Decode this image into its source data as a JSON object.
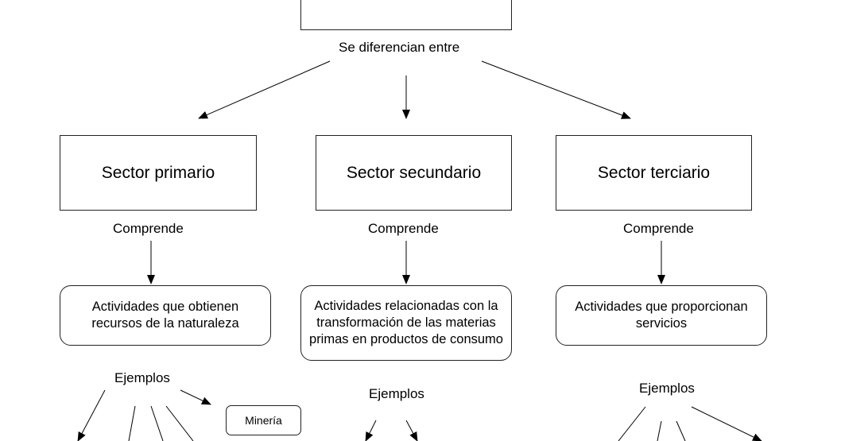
{
  "root": {
    "connector": "Se diferencian entre"
  },
  "sectors": [
    {
      "title": "Sector primario",
      "connector": "Comprende",
      "description": "Actividades que obtienen recursos de la naturaleza",
      "examples_label": "Ejemplos",
      "examples": [
        "Minería"
      ]
    },
    {
      "title": "Sector secundario",
      "connector": "Comprende",
      "description": "Actividades relacionadas con la transformación de las materias primas en productos de consumo",
      "examples_label": "Ejemplos",
      "examples": []
    },
    {
      "title": "Sector terciario",
      "connector": "Comprende",
      "description": "Actividades que proporcionan servicios",
      "examples_label": "Ejemplos",
      "examples": []
    }
  ]
}
